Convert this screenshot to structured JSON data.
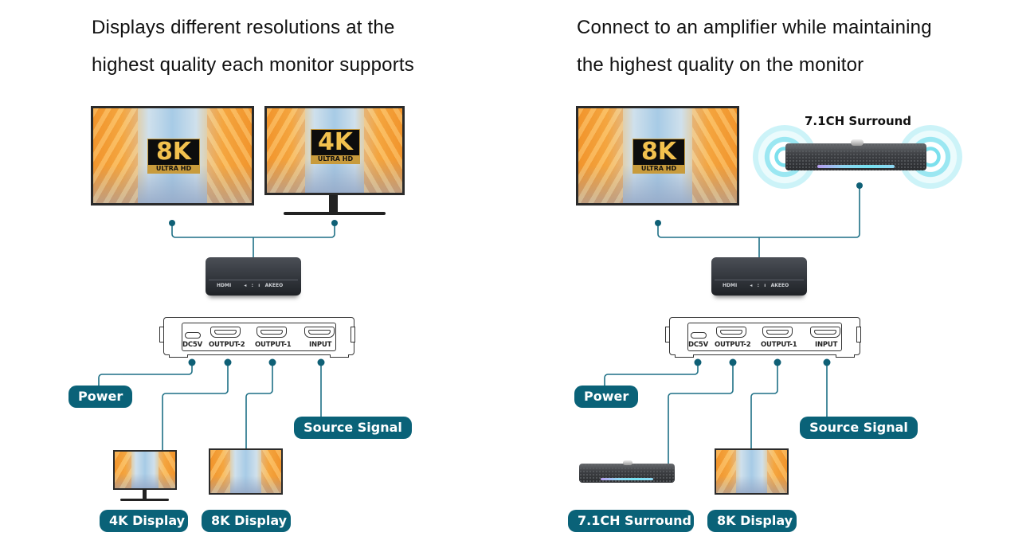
{
  "colors": {
    "accent": "#0a6278",
    "wire": "#1d6f85",
    "text": "#111111",
    "gold": "#c89b3c"
  },
  "left_panel": {
    "headline_line1": "Displays different resolutions at the",
    "headline_line2": "highest quality each monitor supports",
    "monitors": [
      {
        "name": "8K monitor",
        "badge_resolution": "8K",
        "badge_subtitle": "ULTRA HD"
      },
      {
        "name": "4K monitor",
        "badge_resolution": "4K",
        "badge_subtitle": "ULTRA HD"
      }
    ],
    "device_front": {
      "logo": "HDMI",
      "brand": "AKEEO"
    },
    "ports": [
      "DC5V",
      "OUTPUT-2",
      "OUTPUT-1",
      "INPUT"
    ],
    "badges": {
      "power": "Power",
      "source": "Source Signal",
      "out2": "4K Display",
      "out1": "8K Display"
    }
  },
  "right_panel": {
    "headline_line1": "Connect to an amplifier while maintaining",
    "headline_line2": "the highest quality on the monitor",
    "surround_title": "7.1CH Surround",
    "monitors": [
      {
        "name": "8K monitor",
        "badge_resolution": "8K",
        "badge_subtitle": "ULTRA HD"
      }
    ],
    "device_front": {
      "logo": "HDMI",
      "brand": "AKEEO"
    },
    "ports": [
      "DC5V",
      "OUTPUT-2",
      "OUTPUT-1",
      "INPUT"
    ],
    "badges": {
      "power": "Power",
      "source": "Source Signal",
      "out2": "7.1CH Surround",
      "out1": "8K Display"
    }
  }
}
